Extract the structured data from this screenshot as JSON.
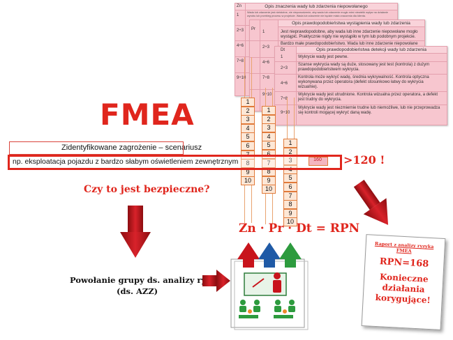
{
  "header_title": "FMEA",
  "scenario": {
    "heading": "Zidentyfikowane zagrożenie – scenariusz",
    "text": "np. eksploatacja pojazdu z bardzo słabym oświetleniem zewnętrznym",
    "rpn_value": "160",
    "threshold": ">120 !"
  },
  "question": "Czy to jest bezpieczne?",
  "formula": {
    "zn": "Zn",
    "dot1": "·",
    "pr": "Pr",
    "dot2": "·",
    "dt": "Dt",
    "eq": "= RPN"
  },
  "team_call": {
    "line1": "Powołanie grupy ds. analizy ryzyka",
    "line2": "(ds. AZZ)"
  },
  "report": {
    "title": "Raport z analizy ryzyka FMEA",
    "rpn": "RPN=168",
    "action_line1": "Konieczne",
    "action_line2": "działania",
    "action_line3": "korygujące!"
  },
  "columns": {
    "zn": [
      "1",
      "2",
      "3",
      "4",
      "5",
      "6",
      "7",
      "8",
      "9",
      "10"
    ],
    "pr": [
      "1",
      "2",
      "3",
      "4",
      "5",
      "6",
      "7",
      "8",
      "9",
      "10"
    ],
    "dt": [
      "1",
      "2",
      "3",
      "4",
      "5",
      "6",
      "7",
      "8",
      "9",
      "10"
    ]
  },
  "colors": {
    "accent": "#e0261d",
    "sheet": "#f7c6cf",
    "cell_border": "#e07a3a",
    "arrow": "#c0141b"
  },
  "sheet_zn": {
    "col_head": "Zn",
    "title": "Opis znaczenia wady lub zdarzenia niepowołanego",
    "codes": [
      "1",
      "2÷3",
      "4÷6",
      "7÷8",
      "9÷10"
    ],
    "row1": "Wada lub zdarzenie jest nieistotne, nie niepowodzenie, aby wada lub zdarzenie mogło mieć niewielki wpływ na działanie wyrobu lub przebieg procesu w projekcie. Wada lub zdarzenie nie będzie miało znaczenia dla klienta."
  },
  "sheet_pr": {
    "col_head": "Pr",
    "title": "Opis prawdopodobieństwa wystąpienia wady lub zdarzenia",
    "codes": [
      "1",
      "2÷3",
      "4÷6",
      "7÷8",
      "9÷10"
    ],
    "row1": "Jest nieprawdopodobne, aby wada lub inne zdarzenie niepowołane mogło wystąpić. Praktycznie nigdy nie wystąpiło w tym lub podobnym projekcie.",
    "row2": "Bardzo małe prawdopodobieństwo. Wada lub inne zdarzenie niepowołane"
  },
  "sheet_dt": {
    "col_head": "Dt",
    "title": "Opis prawdopodobieństwa detekcji wady lub zdarzenia",
    "codes": [
      "1",
      "2÷3",
      "4÷6",
      "7÷8",
      "9÷10"
    ],
    "rows": [
      "Wykrycie wady jest pewne.",
      "Szanse wykrycia wady są duże, stosowany jest test (kontrola) z dużym prawdopodobieństwem wykrycia.",
      "Kontrola może wykryć wadę, średnia wykrywalność. Kontrola optyczna wykonywana przez operatora (defekt stosunkowo łatwy do wykrycia wizualnie).",
      "Wykrycie wady jest utrudnione. Kontrola wizualna przez operatora, a defekt jest trudny do wykrycia.",
      "Wykrycie wady jest niezmiernie trudne lub niemożliwe, lub nie przeprowadza się kontroli mogącej wykryć daną wadę."
    ]
  }
}
